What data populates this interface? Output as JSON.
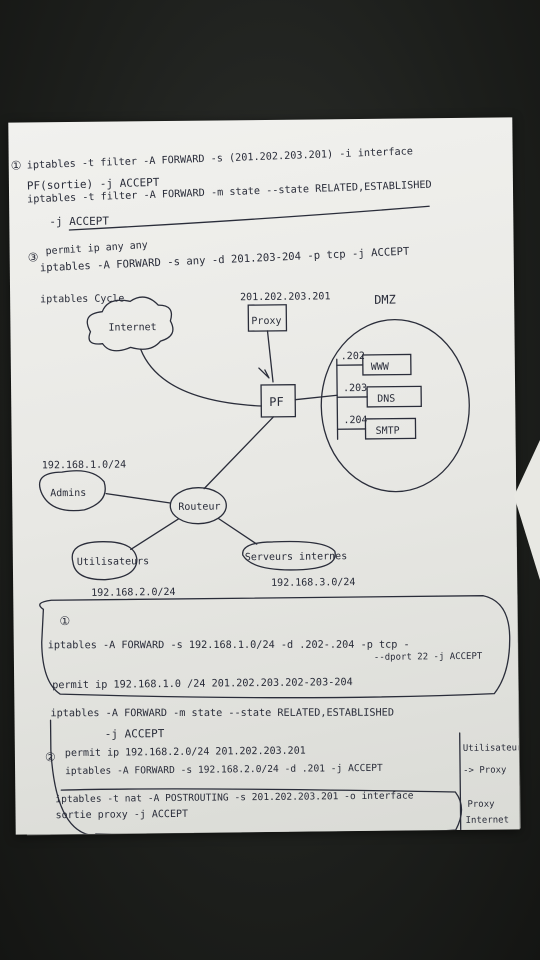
{
  "note": {
    "rule1": {
      "num": "①",
      "line1": "iptables -t filter -A FORWARD -s (201.202.203.201) -i interface",
      "line2": "PF(sortie) -j ACCEPT",
      "line3": "iptables -t filter -A FORWARD -m state --state RELATED,ESTABLISHED",
      "line4": "-j ACCEPT"
    },
    "rule3": {
      "num": "③",
      "line1": "permit ip any any",
      "line2": "iptables -A FORWARD -s any -d 201.203-204 -p tcp -j ACCEPT",
      "line3": "iptables Cycle"
    },
    "diagram": {
      "internet": "Internet",
      "proxy": "Proxy",
      "proxy_ip": "201.202.203.201",
      "pf": "PF",
      "dmz": "DMZ",
      "www_ip": ".202",
      "www": "WWW",
      "dns_ip": ".203",
      "dns": "DNS",
      "smtp_ip": ".204",
      "smtp": "SMTP",
      "admin_net": "192.168.1.0/24",
      "admin": "Admins",
      "routeur": "Routeur",
      "users": "Utilisateurs",
      "users_net": "192.168.2.0/24",
      "servers": "Serveurs internes",
      "servers_net": "192.168.3.0/24"
    },
    "part2": {
      "num": "①",
      "line1": "iptables -A FORWARD -s 192.168.1.0/24 -d .202-.204 -p tcp -",
      "line1b": "--dport 22 -j ACCEPT",
      "line2": "permit ip  192.168.1.0 /24        201.202.203.202-203-204",
      "line3": "iptables -A FORWARD -m state --state RELATED,ESTABLISHED",
      "line4": "-j ACCEPT",
      "num2": "②",
      "line5": "permit ip 192.168.2.0/24 201.202.203.201",
      "line6": "iptables -A FORWARD -s 192.168.2.0/24 -d .201 -j ACCEPT",
      "line7": "iptables -t nat -A POSTROUTING -s 201.202.203.201 -o interface",
      "line8": "sortie proxy -j ACCEPT",
      "side1": "Utilisateurs",
      "side2": "-> Proxy",
      "side3": "Proxy",
      "side4": "Internet"
    }
  }
}
